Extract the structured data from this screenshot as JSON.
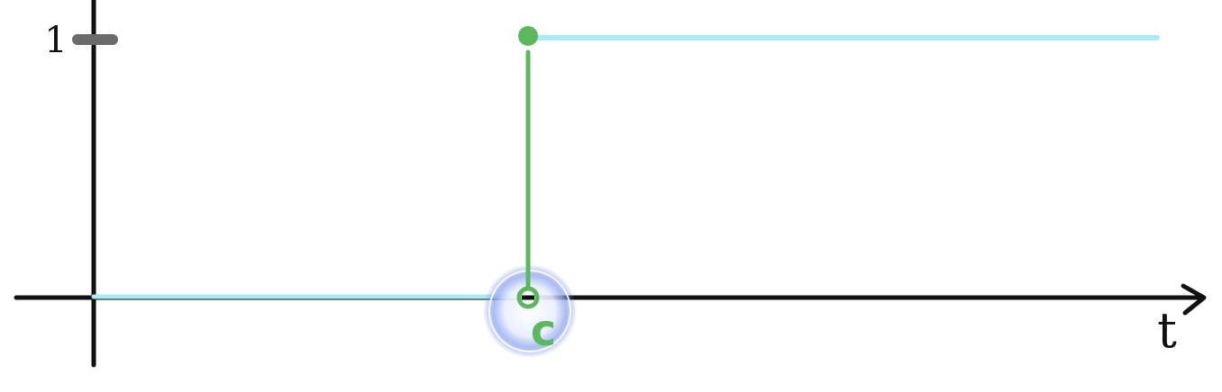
{
  "diagram": {
    "axes": {
      "x_label": "t",
      "y_tick_label": "1"
    },
    "step_point": {
      "label": "c"
    },
    "colors": {
      "axis": "#111111",
      "y_tick": "#6b6b6b",
      "function_line": "#a8ecf5",
      "step_marker": "#5cb85c",
      "highlight_glow": "#5a78e8"
    }
  }
}
